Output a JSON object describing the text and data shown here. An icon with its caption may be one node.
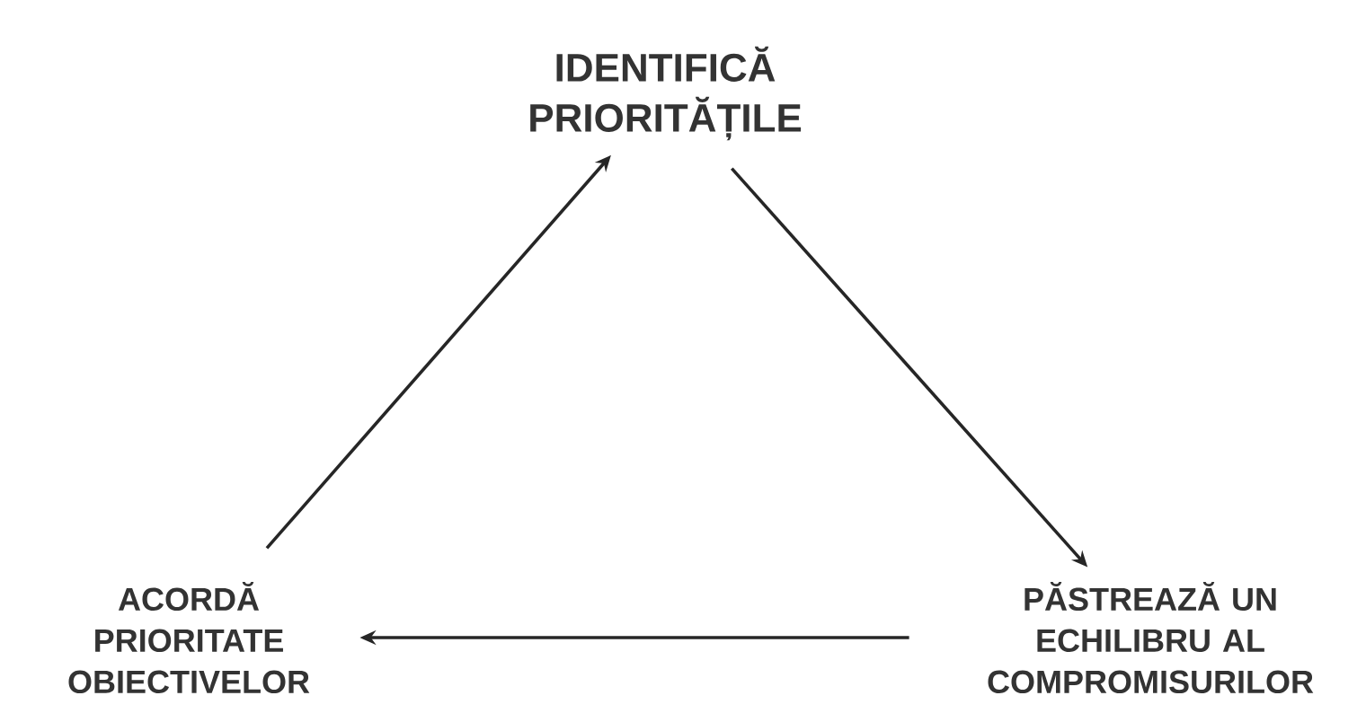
{
  "diagram": {
    "nodes": [
      {
        "text": [
          "IDENTIFICĂ PRIORITĂȚILE"
        ]
      },
      {
        "text": [
          "ACORDĂ PRIORITATE OBIECTIVELOR"
        ]
      },
      {
        "text": [
          "PĂSTREAZĂ UN ECHILIBRU AL COMPROMISURILOR"
        ]
      }
    ],
    "edges": [
      {
        "from": 1,
        "to": 0,
        "arrow": "to"
      },
      {
        "from": 0,
        "to": 2,
        "arrow": "to"
      },
      {
        "from": 2,
        "to": 1,
        "arrow": "to"
      }
    ]
  }
}
